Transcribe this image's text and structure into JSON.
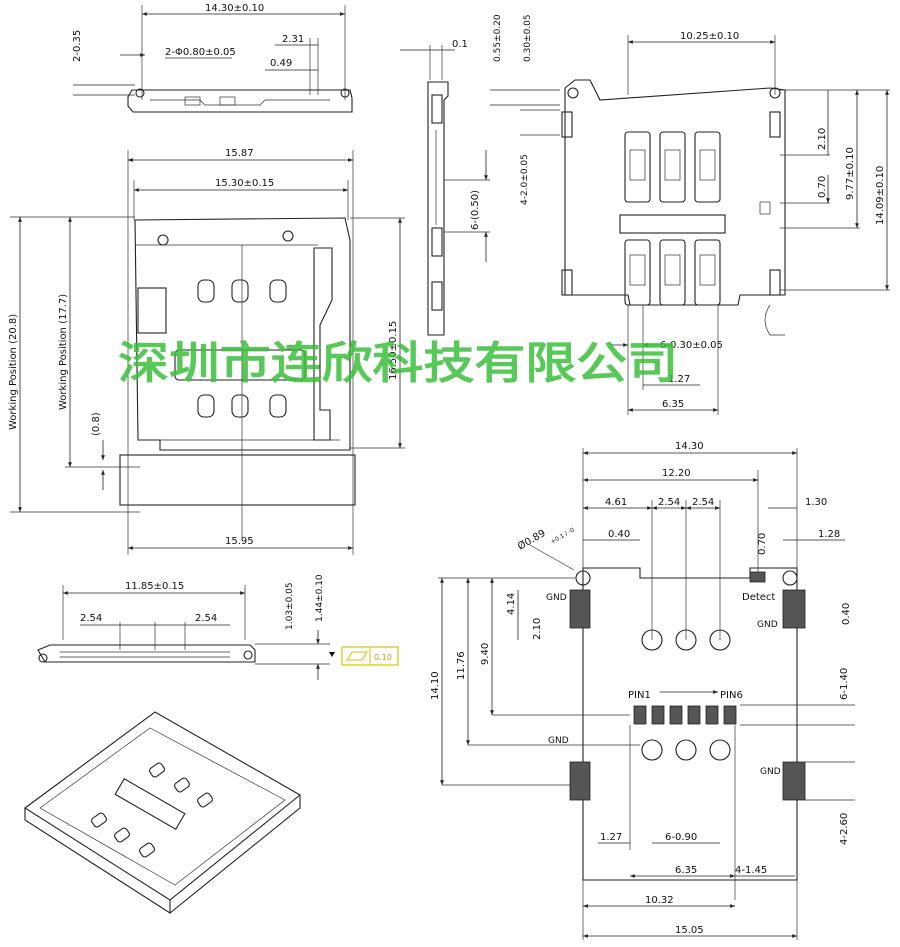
{
  "watermark": "深圳市连欣科技有限公司",
  "top_view": {
    "width_label": "14.30±0.10",
    "side_label": "2-0.35",
    "hole_label": "2-Φ0.80±0.05",
    "d231": "2.31",
    "d049": "0.49"
  },
  "main_view": {
    "d1587": "15.87",
    "d1530": "15.30±0.15",
    "d1595": "15.95",
    "d1650": "16.50±0.15",
    "working_208": "Working Position (20.8)",
    "working_177": "Working Position (17.7)",
    "d08": "(0.8)"
  },
  "side_view": {
    "d01": "0.1",
    "d050": "6-(0.50)"
  },
  "bottom_view": {
    "d1025": "10.25±0.10",
    "d055": "0.55±0.20",
    "d030": "0.30±0.05",
    "d20": "4-2.0±0.05",
    "d210": "2.10",
    "d070": "0.70",
    "d977": "9.77±0.10",
    "d1409": "14.09±0.10",
    "d030b": "6-0.30±0.05",
    "d127": "1.27",
    "d635": "6.35"
  },
  "front_view": {
    "d1185": "11.85±0.15",
    "d254a": "2.54",
    "d254b": "2.54",
    "d103": "1.03±0.05",
    "d144": "1.44±0.10",
    "flat": "0.10"
  },
  "footprint": {
    "d1430": "14.30",
    "d1220": "12.20",
    "d461": "4.61",
    "d254a": "2.54",
    "d254b": "2.54",
    "d130": "1.30",
    "d040": "0.40",
    "d070": "0.70",
    "d128": "1.28",
    "d089": "Ø0.89",
    "d089tol": "+0.1 / -0",
    "gnd_tl": "GND",
    "detect": "Detect",
    "gnd_tr": "GND",
    "d040v": "0.40",
    "d414": "4.14",
    "d210": "2.10",
    "d940": "9.40",
    "d1176": "11.76",
    "d1410": "14.10",
    "d6140": "6-1.40",
    "pin1": "PIN1",
    "pin6": "PIN6",
    "gnd_bl": "GND",
    "gnd_br": "GND",
    "d4260": "4-2.60",
    "d127": "1.27",
    "d090": "6-0.90",
    "d635": "6.35",
    "d145": "4-1.45",
    "d1032": "10.32",
    "d1505": "15.05"
  }
}
